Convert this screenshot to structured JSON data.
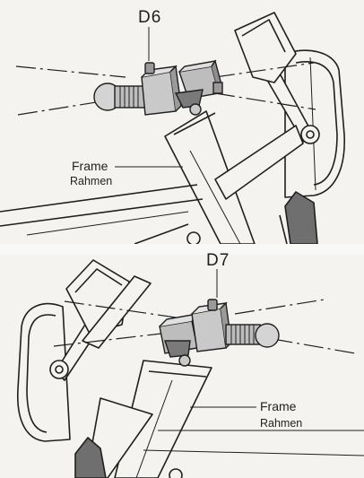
{
  "figures": [
    {
      "step": "D6",
      "label_en": "Frame",
      "label_de": "Rahmen"
    },
    {
      "step": "D7",
      "label_en": "Frame",
      "label_de": "Rahmen"
    }
  ],
  "colors": {
    "ink": "#1f1f1f",
    "part_fill": "#c9c9c9",
    "part_dark": "#7a7a7a",
    "paper": "#f4f3ef"
  }
}
